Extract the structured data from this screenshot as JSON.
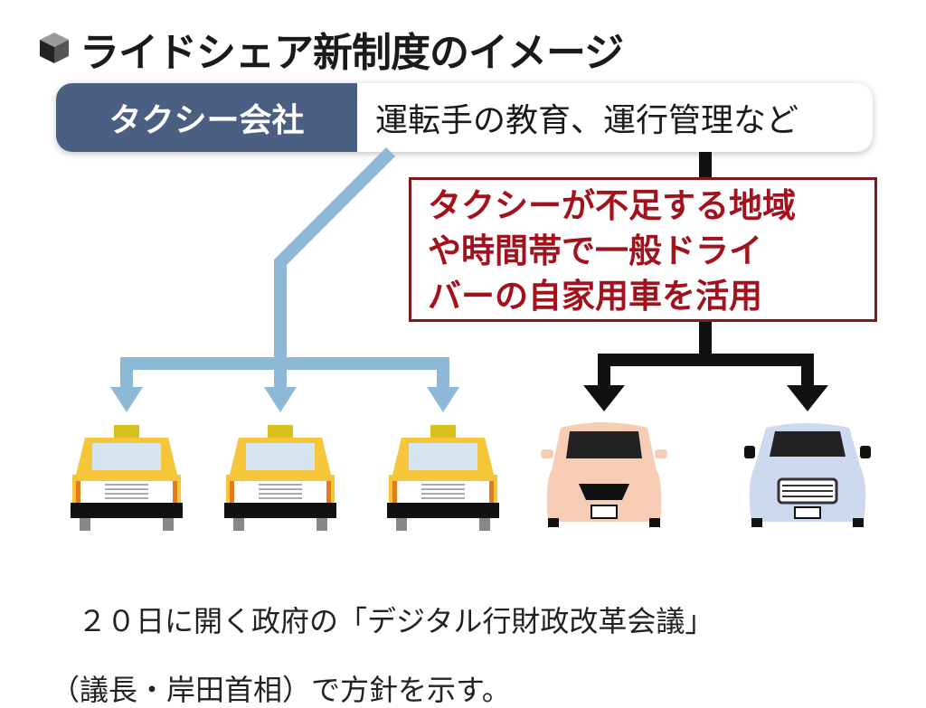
{
  "title": "ライドシェア新制度のイメージ",
  "header": {
    "company": "タクシー会社",
    "role": "運転手の教育、運行管理など"
  },
  "callout": {
    "lines": [
      "タクシーが不足する地域",
      "や時間帯で一般ドライ",
      "バーの自家用車を活用"
    ]
  },
  "caption": {
    "line1": "２０日に開く政府の「デジタル行財政改革会議」",
    "line2": "（議長・岸田首相）で方針を示す。"
  },
  "colors": {
    "header_dark": "#4b5f82",
    "taxi_line": "#8db8d6",
    "callout_text": "#a3121c",
    "taxi_body": "#f5c53a",
    "car1": "#f7cdb6",
    "car2": "#cdd9ef"
  }
}
